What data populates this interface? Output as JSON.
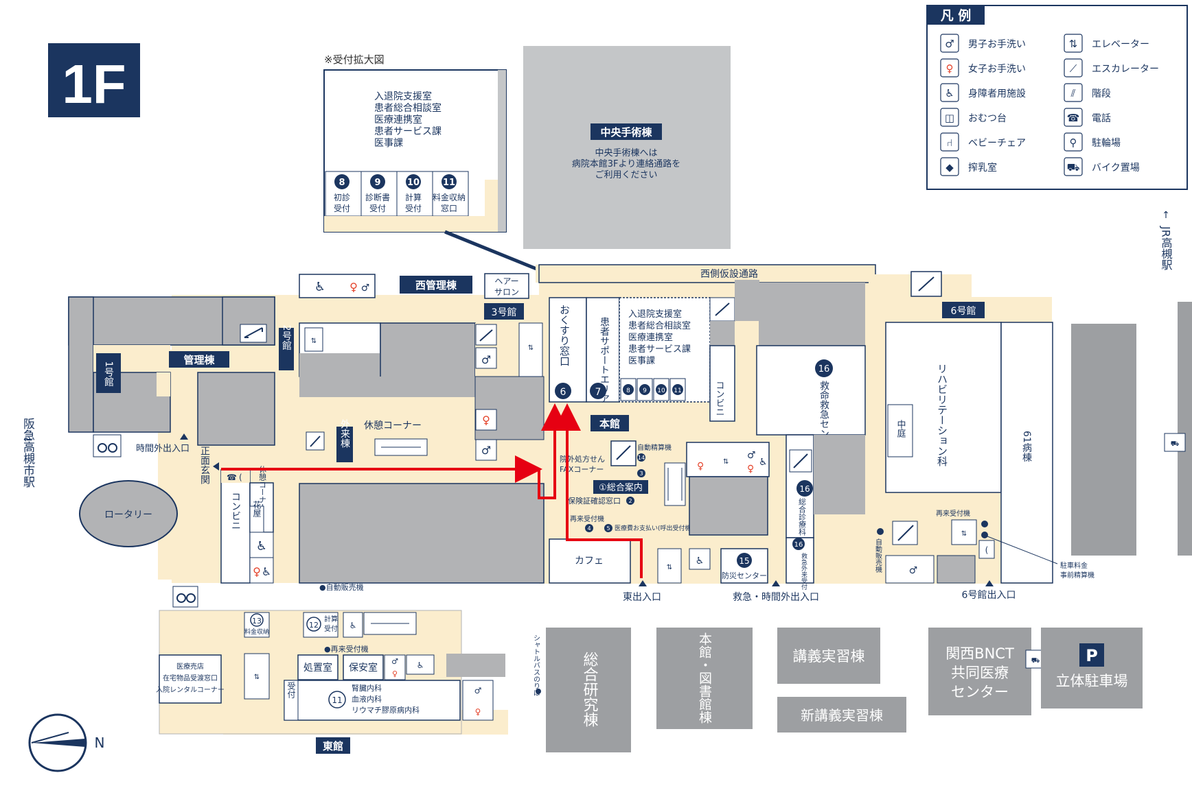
{
  "floor": {
    "label": "1F"
  },
  "legend": {
    "title": "凡 例",
    "items": [
      {
        "icon": "mens-restroom-icon",
        "label": "男子お手洗い"
      },
      {
        "icon": "womens-restroom-icon",
        "label": "女子お手洗い"
      },
      {
        "icon": "accessible-facility-icon",
        "label": "身障者用施設"
      },
      {
        "icon": "diaper-table-icon",
        "label": "おむつ台"
      },
      {
        "icon": "baby-chair-icon",
        "label": "ベビーチェア"
      },
      {
        "icon": "nursing-room-icon",
        "label": "搾乳室"
      },
      {
        "icon": "elevator-icon",
        "label": "エレベーター"
      },
      {
        "icon": "escalator-icon",
        "label": "エスカレーター"
      },
      {
        "icon": "stairs-icon",
        "label": "階段"
      },
      {
        "icon": "phone-icon",
        "label": "電話"
      },
      {
        "icon": "bicycle-parking-icon",
        "label": "駐輪場"
      },
      {
        "icon": "motorbike-parking-icon",
        "label": "バイク置場"
      }
    ]
  },
  "inset": {
    "title": "※受付拡大図",
    "offices": [
      "入退院支援室",
      "患者総合相談室",
      "医療連携室",
      "患者サービス課",
      "医事課"
    ],
    "counters": [
      {
        "num": "8",
        "line1": "初診",
        "line2": "受付"
      },
      {
        "num": "9",
        "line1": "診断書",
        "line2": "受付"
      },
      {
        "num": "10",
        "line1": "計算",
        "line2": "受付"
      },
      {
        "num": "11",
        "line1": "料金収納",
        "line2": "窓口"
      }
    ]
  },
  "central_surgery": {
    "name": "中央手術棟",
    "note": [
      "中央手術棟へは",
      "病院本館3Fより連絡通路を",
      "ご利用ください"
    ]
  },
  "corridors": {
    "west_temp": "西側仮設通路"
  },
  "buildings": {
    "b1": "1号館",
    "b2": "2号館",
    "b3": "3号館",
    "b6": "6号館",
    "kanri": "管理棟",
    "nishi_kanri": "西管理棟",
    "hair_salon": "ヘアー\nサロン",
    "gairai": "外来棟",
    "honkan": "本館",
    "higashikan": "東館",
    "rotary": "ロータリー",
    "konbini_left": "コンビニ",
    "konbini_center": "コンビニ",
    "hanaya": "花屋",
    "kyukei_small": "休憩コーナー",
    "kyukei_corner": "休憩コーナー",
    "cafe": "カフェ",
    "bousai": "防災センター",
    "rehab": "リハビリテーション科",
    "nakaniwa": "中庭",
    "ward61": "61病棟",
    "emergency": "救命救急センター",
    "sougou_shinryou": "総合診療科",
    "kyuushin": "救急外来受付",
    "okusuri": "おくすり窓口",
    "patient_support": "患者サポートエリア",
    "shoyaku": "処置室",
    "hoan": "保安室"
  },
  "honkan_offices": [
    "入退院支援室",
    "患者総合相談室",
    "医療連携室",
    "患者サービス課",
    "医事課"
  ],
  "service_points": {
    "n6": "6",
    "n7": "7",
    "n8": "8",
    "n9": "9",
    "n10": "10",
    "n11": "11",
    "n12": "12",
    "n13": "13",
    "n14": "14",
    "n15": "15",
    "n16": "16",
    "n1": "①総合案内",
    "n2": "2",
    "n3": "3",
    "n4": "4",
    "n5": "5",
    "fax": "院外処方せん\nFAXコーナー",
    "auto_pay": "自動精算機",
    "insurance": "保険証確認窓口",
    "revisit": "再来受付機",
    "pay_wait": "医療費お支払い(呼出受付機)",
    "auto_vending": "●自動販売機",
    "auto_vending_r": "●自動販売機",
    "keisan": "計算\n受付",
    "ryoukin": "料金収納",
    "revisit_east": "●再来受付機",
    "revisit_6": "再来受付機",
    "parking_prepay": "駐車料金\n事前精算機",
    "iryou_shop": "医療売店\n在宅物品受渡窓口\n入院レンタルコーナー",
    "east_clinic": "11",
    "east_clinic_names": [
      "腎臓内科",
      "血液内科",
      "リウマチ膠原病内科"
    ],
    "uketsuke": "受付",
    "shuttle": "シャトルバスのりば"
  },
  "entrances": {
    "after_hours_left": "時間外出入口",
    "main": "正面玄関",
    "east": "東出入口",
    "emergency": "救急・時間外出入口",
    "b6": "6号館出入口"
  },
  "external": {
    "sougou_kenkyu": "総合研究棟",
    "honkan_tosho": "本館・図書館棟",
    "kougi": "講義実習棟",
    "shin_kougi": "新講義実習棟",
    "bnct": "関西BNCT\n共同医療\nセンター",
    "parking_p": "P",
    "parking": "立体駐車場"
  },
  "stations": {
    "hankyu": "阪急高槻市駅",
    "jr": "JR高槻駅"
  },
  "compass": {
    "north": "N"
  },
  "colors": {
    "navy": "#1b355f",
    "corridor": "#fbedcd",
    "room_gray": "#b2b3b5",
    "grey_building": "#9d9fa2",
    "route": "#e60012",
    "accent_red": "#e4432b"
  }
}
